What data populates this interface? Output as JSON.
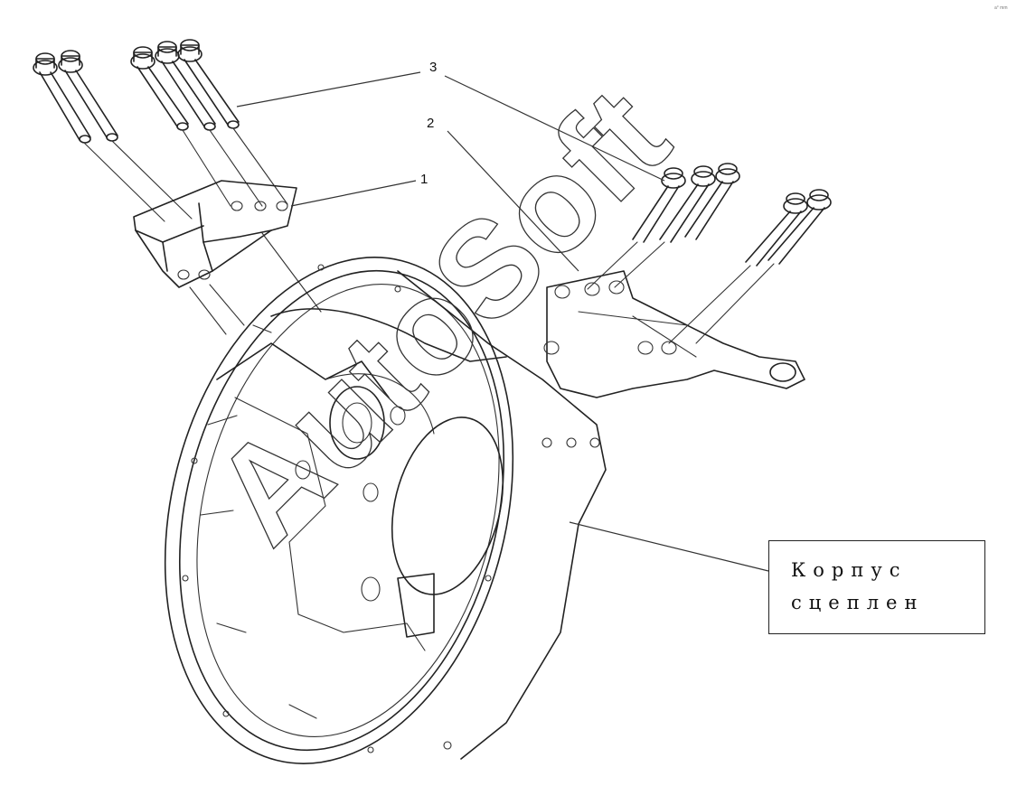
{
  "callouts": [
    {
      "number": "1",
      "part": "bracket"
    },
    {
      "number": "2",
      "part": "support"
    },
    {
      "number": "3",
      "part": "bolts"
    }
  ],
  "label": {
    "line1": "Корпус",
    "line2": "сцеплен"
  },
  "watermark": "AutoSoft",
  "corner_mark": "a° mm",
  "colors": {
    "stroke": "#222222",
    "background": "#ffffff"
  }
}
